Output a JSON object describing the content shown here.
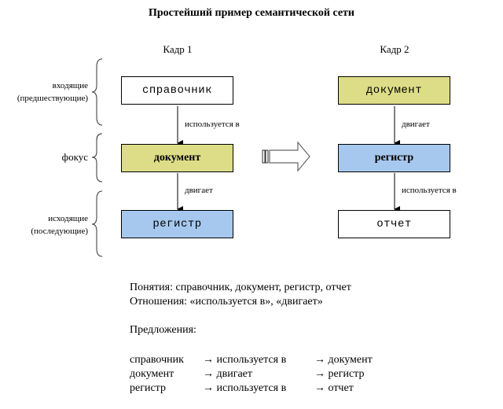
{
  "title": "Простейший пример семантической сети",
  "frames": [
    {
      "label": "Кадр 1",
      "nodes": [
        {
          "text": "справочник",
          "role": "incoming",
          "color": "#ffffff",
          "bold": false
        },
        {
          "text": "документ",
          "role": "focus",
          "color": "#dddd88",
          "bold": true
        },
        {
          "text": "регистр",
          "role": "outgoing",
          "color": "#a6c8ee",
          "bold": false
        }
      ],
      "edges": [
        {
          "label": "используется в"
        },
        {
          "label": "двигает"
        }
      ]
    },
    {
      "label": "Кадр 2",
      "nodes": [
        {
          "text": "документ",
          "role": "incoming",
          "color": "#dddd88",
          "bold": false
        },
        {
          "text": "регистр",
          "role": "focus",
          "color": "#a6c8ee",
          "bold": true
        },
        {
          "text": "отчет",
          "role": "outgoing",
          "color": "#ffffff",
          "bold": false
        }
      ],
      "edges": [
        {
          "label": "двигает"
        },
        {
          "label": "используется в"
        }
      ]
    }
  ],
  "side_labels": {
    "incoming": [
      "входящие",
      "(предшествующие)"
    ],
    "focus": "фокус",
    "outgoing": [
      "исходящие",
      "(последующие)"
    ]
  },
  "concepts_line": "Понятия: справочник, документ, регистр, отчет",
  "relations_line": "Отношения: «используется в», «двигает»",
  "sentences_heading": "Предложения:",
  "sentences": [
    {
      "subject": "справочник",
      "relation": "→ используется в",
      "object": "→ документ"
    },
    {
      "subject": "документ",
      "relation": "→ двигает",
      "object": "→ регистр"
    },
    {
      "subject": "регистр",
      "relation": "→ используется в",
      "object": "→ отчет"
    }
  ]
}
